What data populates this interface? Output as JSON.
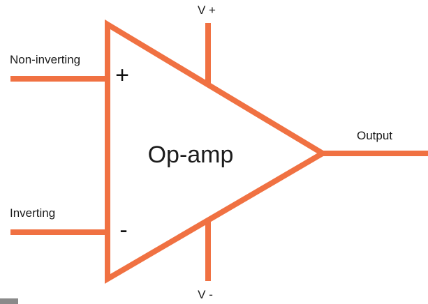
{
  "diagram": {
    "title": "Op-amp",
    "labels": {
      "non_inverting": "Non-inverting",
      "inverting": "Inverting",
      "v_plus": "V +",
      "v_minus": "V -",
      "output": "Output",
      "plus_sign": "+",
      "minus_sign": "-"
    },
    "colors": {
      "line": "#F07142",
      "text": "#1c1c1c",
      "background": "#ffffff",
      "artifact": "#8A8A8A"
    }
  }
}
